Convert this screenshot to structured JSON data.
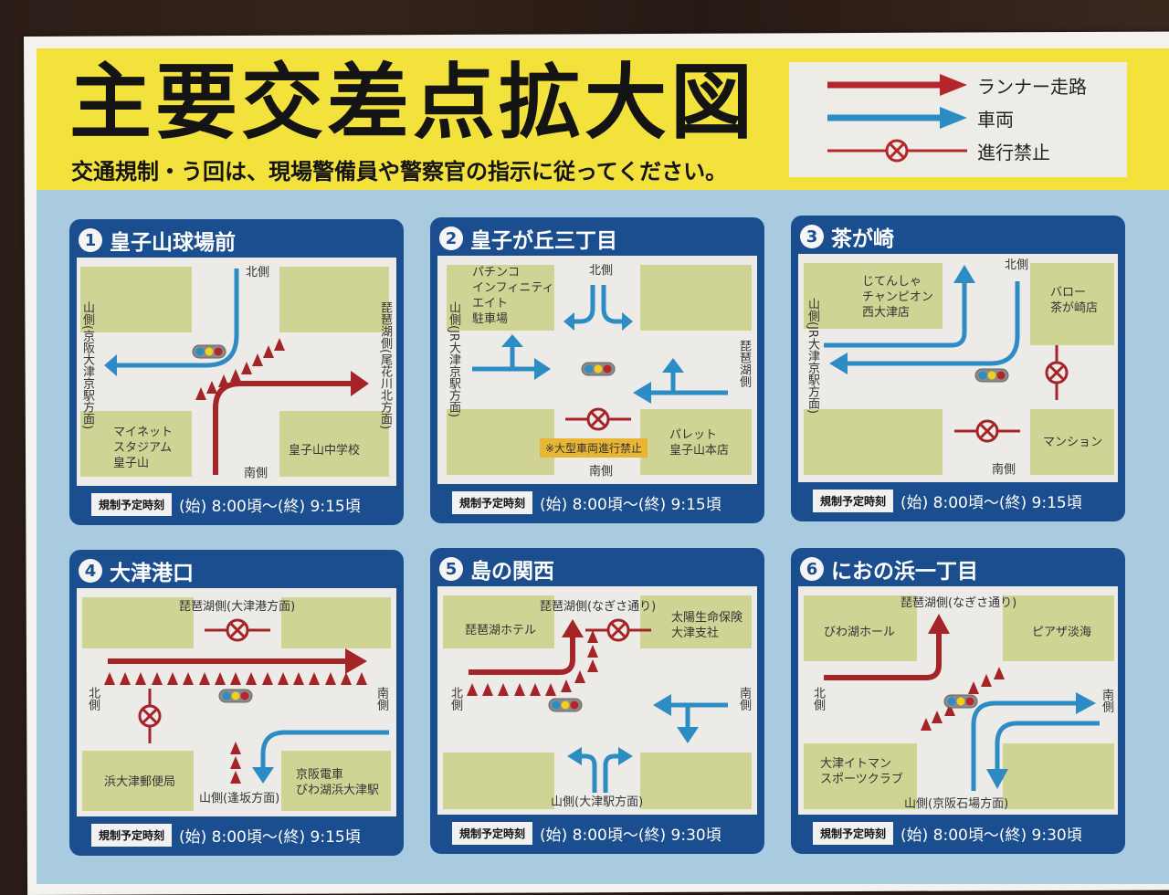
{
  "header": {
    "title": "主要交差点拡大図",
    "subtitle": "交通規制・う回は、現場警備員や警察官の指示に従ってください。"
  },
  "legend": {
    "items": [
      {
        "label": "ランナー走路",
        "icon": "red-arrow-icon",
        "color": "#b5262a"
      },
      {
        "label": "車両",
        "icon": "blue-arrow-icon",
        "color": "#2d8cc4"
      },
      {
        "label": "進行禁止",
        "icon": "no-entry-icon",
        "color": "#b5262a"
      }
    ]
  },
  "colors": {
    "banner": "#f4e23c",
    "panel": "#1b4e8f",
    "background": "#a8cbe0",
    "block": "#cfd495",
    "runner": "#b5262a",
    "vehicle": "#2d8cc4"
  },
  "schedule_label": "規制予定時刻",
  "panels": [
    {
      "number": "1",
      "name": "皇子山球場前",
      "time": "(始) 8:00頃～(終) 9:15頃",
      "labels": {
        "north": "北側",
        "south": "南側",
        "west": "山側(京阪大津京駅方面)",
        "east": "琵琶湖側(尾花川北方面)",
        "sw": "マイネット\nスタジアム\n皇子山",
        "se": "皇子山中学校"
      }
    },
    {
      "number": "2",
      "name": "皇子が丘三丁目",
      "time": "(始) 8:00頃～(終) 9:15頃",
      "labels": {
        "north": "北側",
        "south": "南側",
        "west": "山側(JR大津京駅方面)",
        "east": "琵琶湖側",
        "nw": "パチンコ\nインフィニティ\nエイト\n駐車場",
        "se": "パレット\n皇子山本店",
        "note": "※大型車両進行禁止"
      }
    },
    {
      "number": "3",
      "name": "茶が崎",
      "time": "(始) 8:00頃～(終) 9:15頃",
      "labels": {
        "north": "北側",
        "south": "南側",
        "west": "山側(JR大津京駅方面)",
        "nw": "じてんしゃ\nチャンピオン\n西大津店",
        "ne": "バロー\n茶が崎店",
        "se": "マンション"
      }
    },
    {
      "number": "4",
      "name": "大津港口",
      "time": "(始) 8:00頃～(終) 9:15頃",
      "labels": {
        "top": "琵琶湖側(大津港方面)",
        "bottom": "山側(逢坂方面)",
        "west": "北側",
        "east": "南側",
        "sw": "浜大津郵便局",
        "se": "京阪電車\nびわ湖浜大津駅"
      }
    },
    {
      "number": "5",
      "name": "島の関西",
      "time": "(始) 8:00頃～(終) 9:30頃",
      "labels": {
        "top": "琵琶湖側(なぎさ通り)",
        "bottom": "山側(大津駅方面)",
        "west": "北側",
        "east": "南側",
        "nw": "琵琶湖ホテル",
        "ne": "太陽生命保険\n大津支社"
      }
    },
    {
      "number": "6",
      "name": "におの浜一丁目",
      "time": "(始) 8:00頃～(終) 9:30頃",
      "labels": {
        "top": "琵琶湖側(なぎさ通り)",
        "bottom": "山側(京阪石場方面)",
        "west": "北側",
        "east": "南側",
        "nw": "びわ湖ホール",
        "ne": "ピアザ淡海",
        "sw": "大津イトマン\nスポーツクラブ"
      }
    }
  ]
}
